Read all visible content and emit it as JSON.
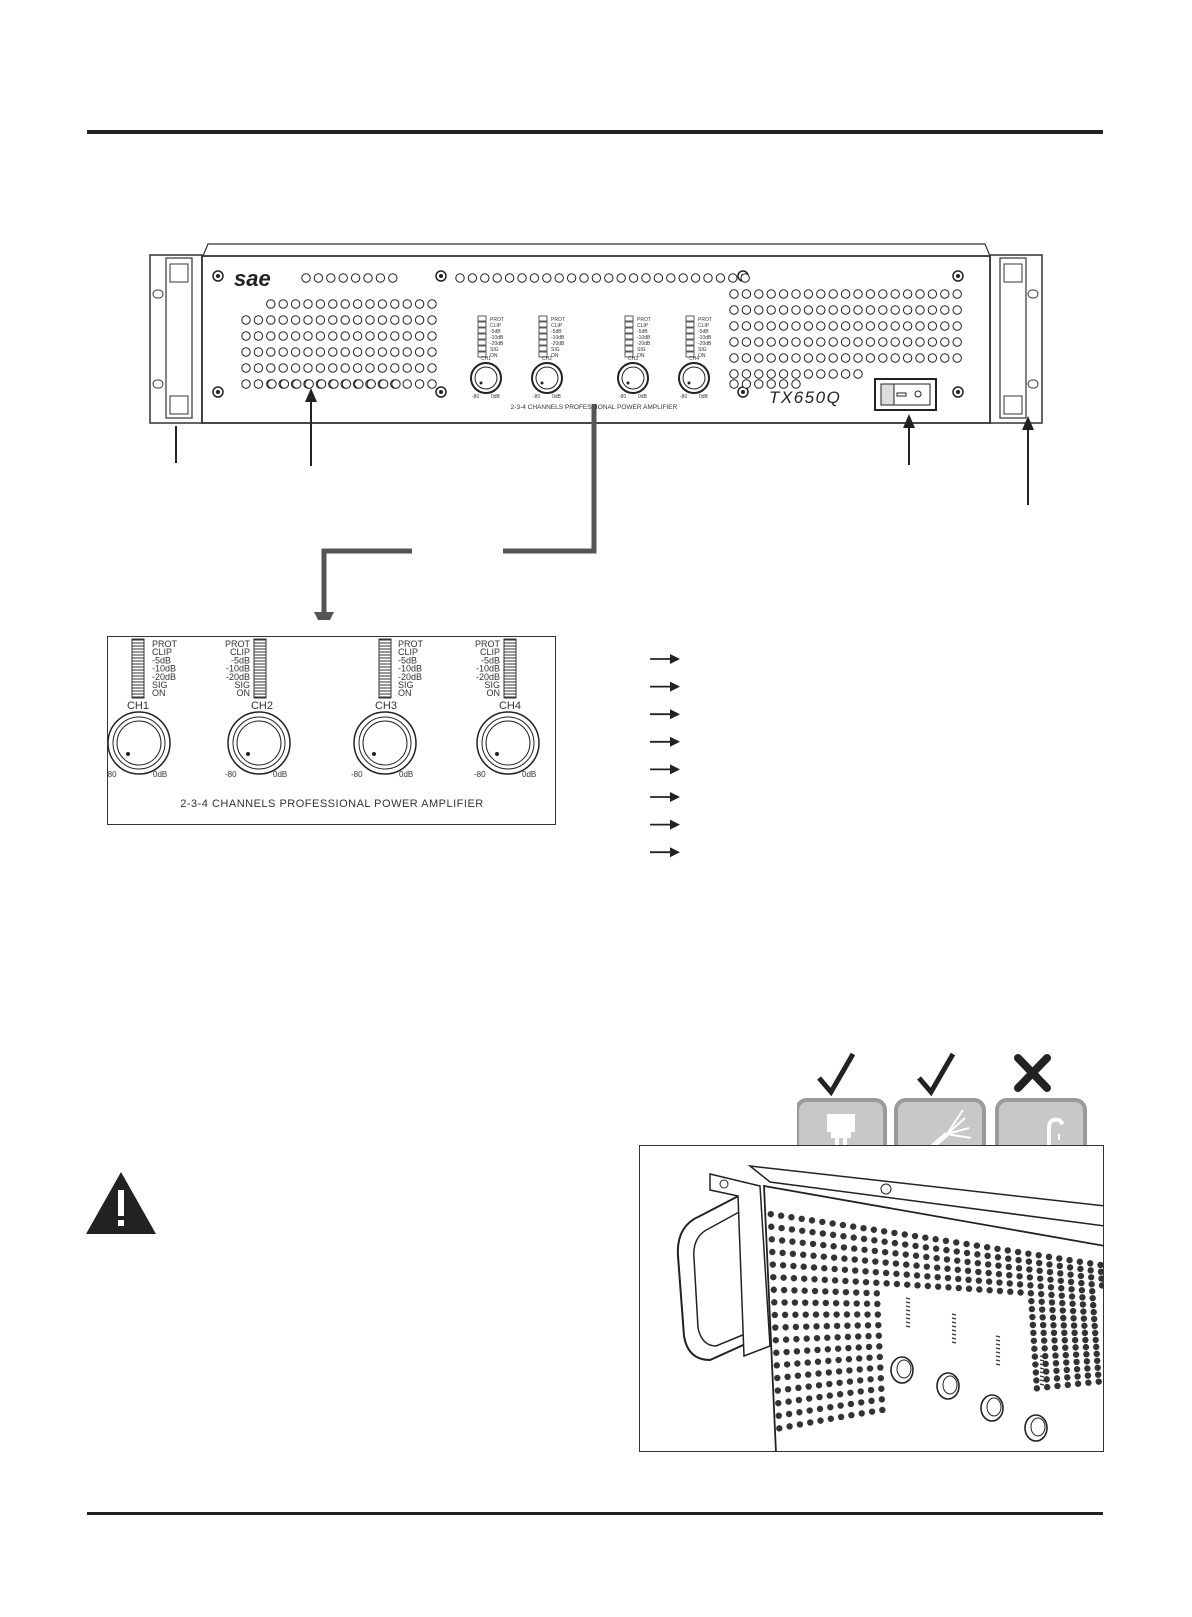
{
  "front_panel": {
    "brand": "sae",
    "model": "TX650Q",
    "panel_caption": "2-3-4 CHANNELS PROFESSIONAL POWER AMPLIFIER",
    "meter_labels": [
      "PROT",
      "CLIP",
      "-5dB",
      "-10dB",
      "-20dB",
      "SIG",
      "ON"
    ],
    "channels": [
      "CH1",
      "CH2",
      "CH3",
      "CH4"
    ],
    "knob_min": "-80",
    "knob_max": "0dB"
  },
  "detail_panel": {
    "caption": "2-3-4 CHANNELS PROFESSIONAL POWER AMPLIFIER",
    "meter_labels": [
      "PROT",
      "CLIP",
      "-5dB",
      "-10dB",
      "-20dB",
      "SIG",
      "ON"
    ],
    "channels": [
      "CH1",
      "CH2",
      "CH3",
      "CH4"
    ],
    "knob_min": "-80",
    "knob_max": "0dB"
  },
  "legend_arrow_count": 8,
  "cleaning": {
    "items": [
      {
        "icon": "paint-brush-icon",
        "mark": "check"
      },
      {
        "icon": "air-blower-icon",
        "mark": "check"
      },
      {
        "icon": "water-sink-icon",
        "mark": "cross"
      }
    ]
  },
  "colors": {
    "line": "#222222",
    "icon_gray": "#9a9a9a",
    "icon_bg": "#c8c8c8"
  }
}
